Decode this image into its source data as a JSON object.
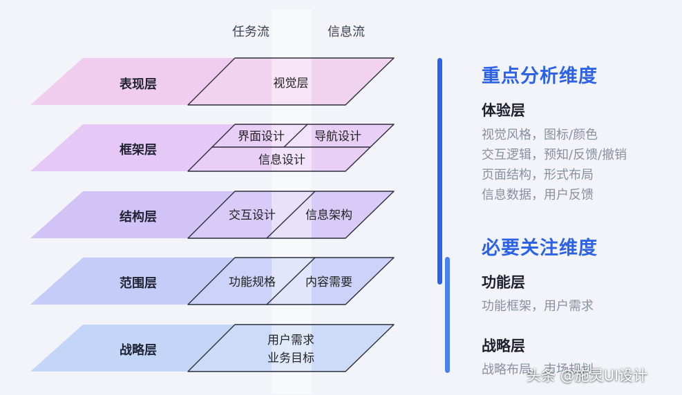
{
  "columns": {
    "task_flow": "任务流",
    "info_flow": "信息流"
  },
  "layers": [
    {
      "name": "表现层",
      "cells": [
        "视觉层"
      ]
    },
    {
      "name": "框架层",
      "cells": [
        "界面设计",
        "导航设计",
        "信息设计"
      ]
    },
    {
      "name": "结构层",
      "cells": [
        "交互设计",
        "信息架构"
      ]
    },
    {
      "name": "范围层",
      "cells": [
        "功能规格",
        "内容需要"
      ]
    },
    {
      "name": "战略层",
      "cells": [
        "用户需求\n业务目标"
      ]
    }
  ],
  "right": {
    "key": {
      "title": "重点分析维度",
      "subtitle": "体验层",
      "lines": [
        "视觉风格，图标/颜色",
        "交互逻辑，预知/反馈/撤销",
        "页面结构，形式布局",
        "信息数据，用户反馈"
      ]
    },
    "need": {
      "title": "必要关注维度",
      "groups": [
        {
          "subtitle": "功能层",
          "lines": [
            "功能框架，用户需求"
          ]
        },
        {
          "subtitle": "战略层",
          "lines": [
            "战略布局，市场规划"
          ]
        }
      ]
    }
  },
  "watermark": "头条 @施灵UI设计",
  "colors": {
    "accent": "#2b62e8",
    "bar_light": "#4a83f0",
    "layer_fills": [
      "#f0cdee",
      "#e6c8f6",
      "#d2c3f7",
      "#c6ccf8",
      "#c4d6f8"
    ]
  }
}
